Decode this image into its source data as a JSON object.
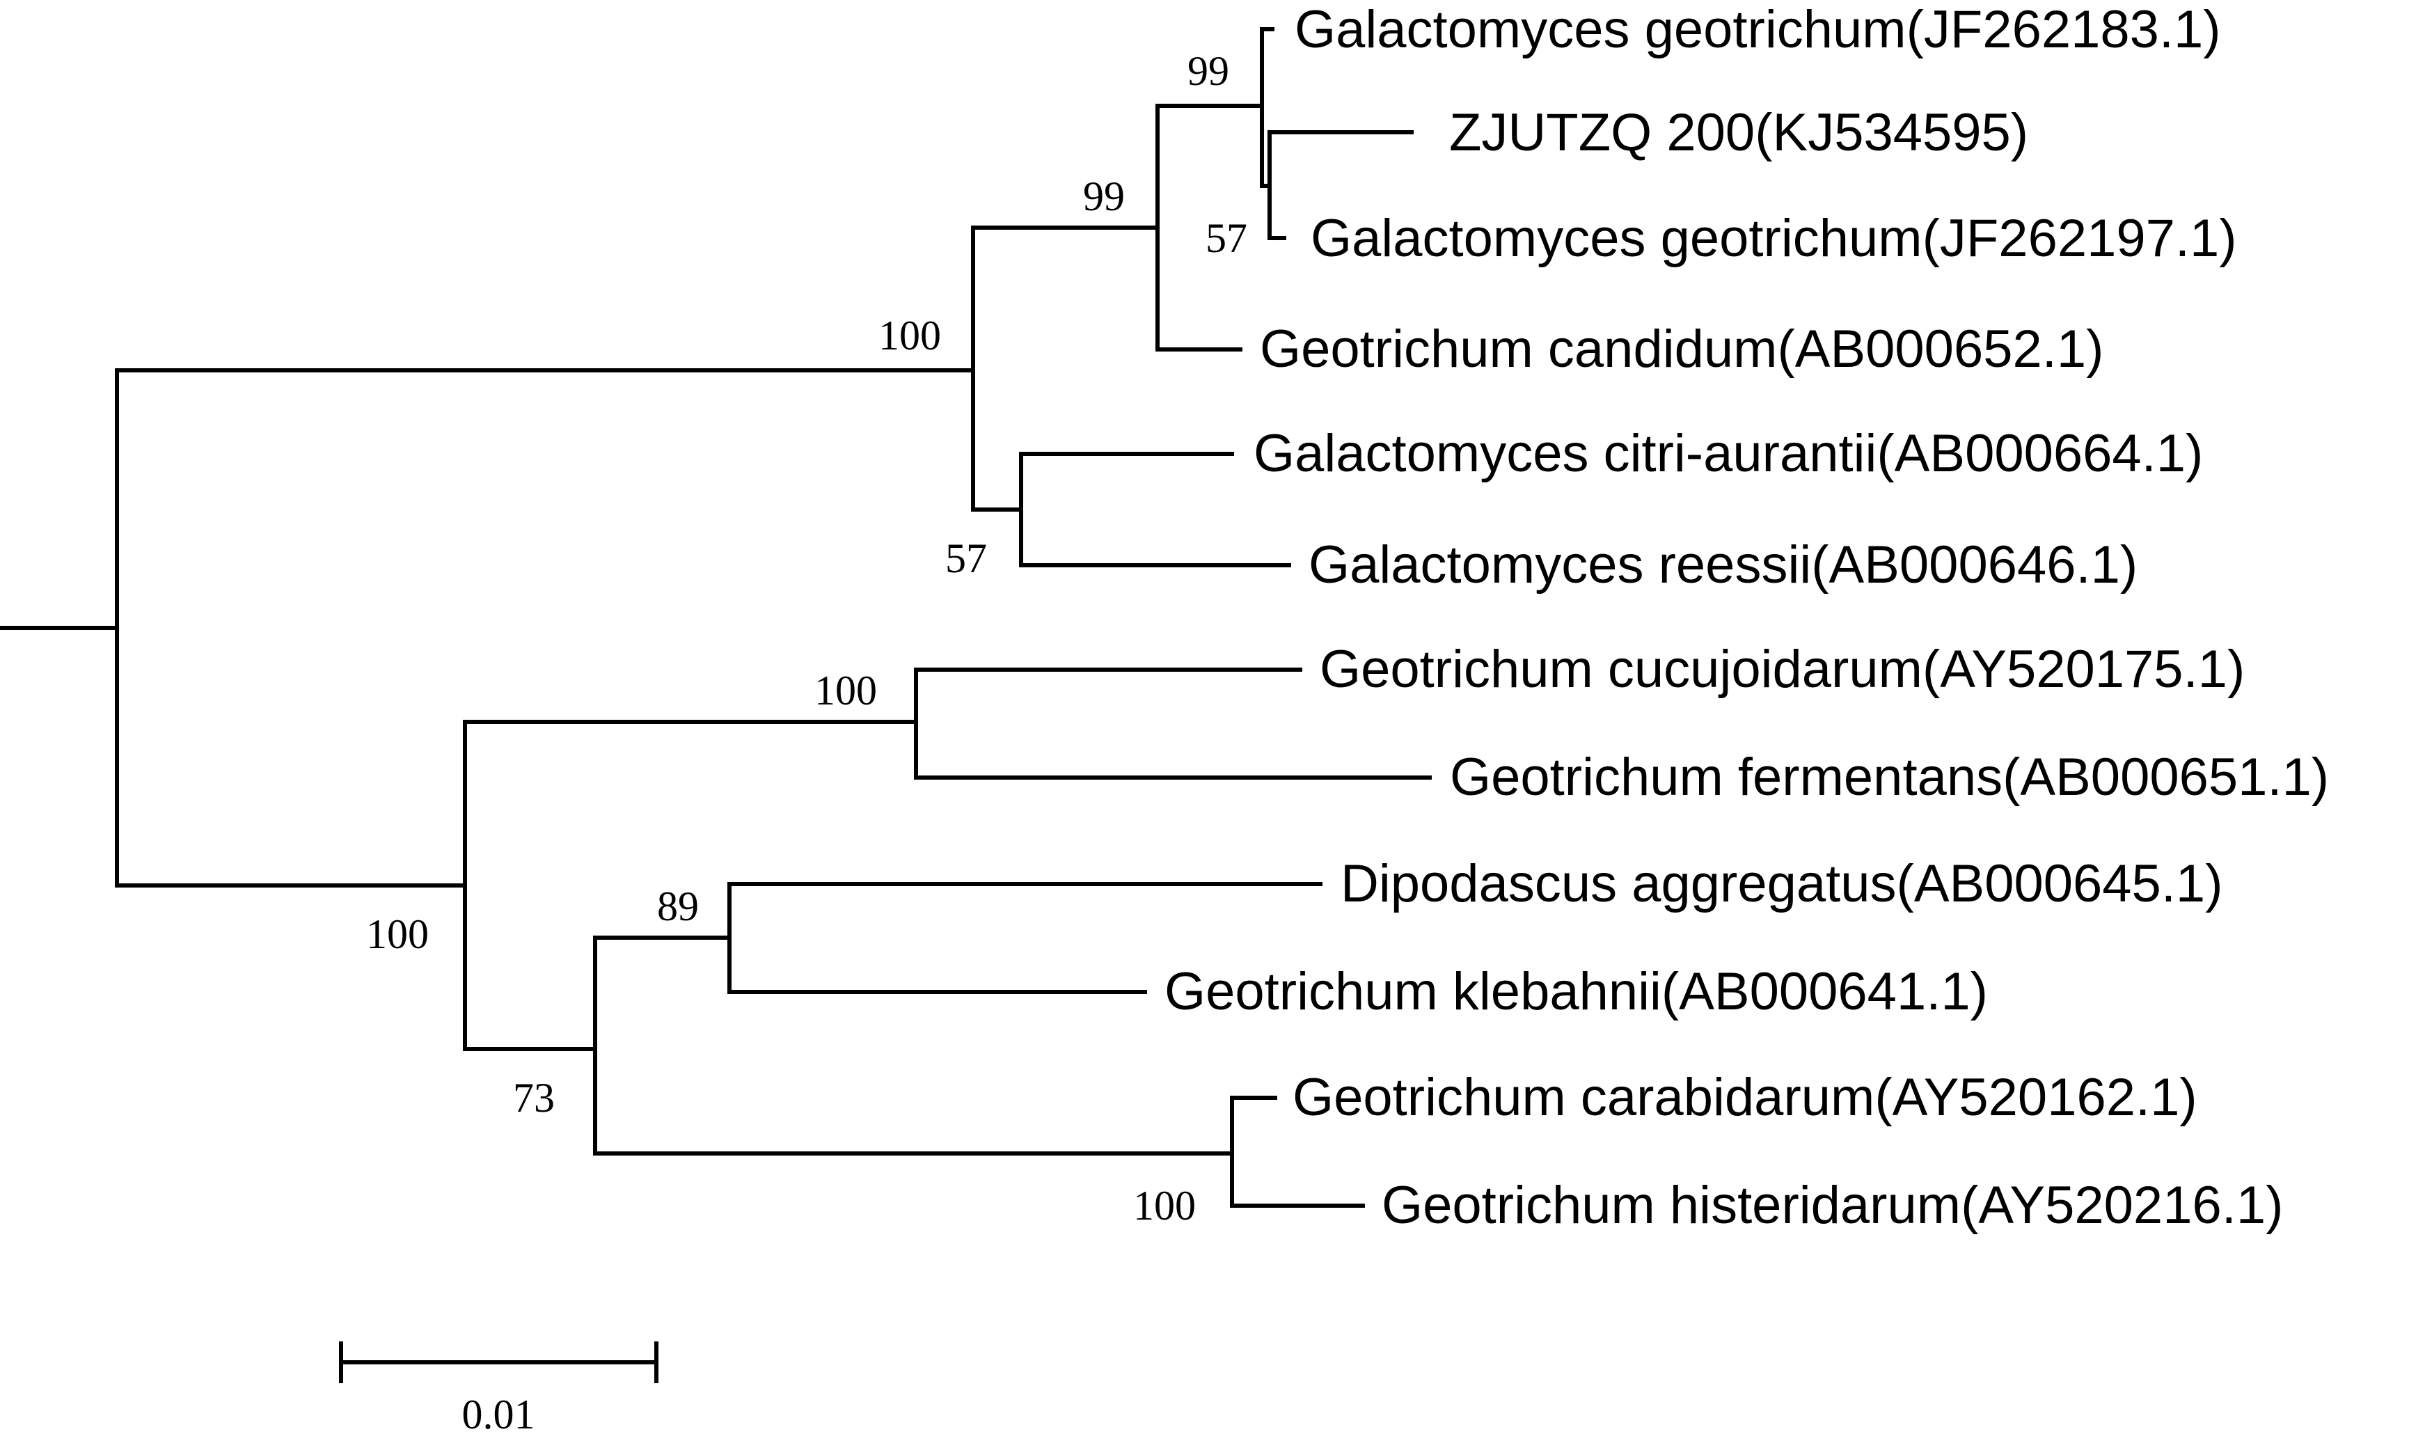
{
  "tree": {
    "taxa": [
      {
        "id": "t1",
        "label": "Galactomyces geotrichum(JF262183.1)"
      },
      {
        "id": "t2",
        "label": "ZJUTZQ 200(KJ534595)"
      },
      {
        "id": "t3",
        "label": "Galactomyces geotrichum(JF262197.1)"
      },
      {
        "id": "t4",
        "label": "Geotrichum candidum(AB000652.1)"
      },
      {
        "id": "t5",
        "label": "Galactomyces citri-aurantii(AB000664.1)"
      },
      {
        "id": "t6",
        "label": "Galactomyces reessii(AB000646.1)"
      },
      {
        "id": "t7",
        "label": "Geotrichum cucujoidarum(AY520175.1)"
      },
      {
        "id": "t8",
        "label": "Geotrichum fermentans(AB000651.1)"
      },
      {
        "id": "t9",
        "label": "Dipodascus aggregatus(AB000645.1)"
      },
      {
        "id": "t10",
        "label": "Geotrichum klebahnii(AB000641.1)"
      },
      {
        "id": "t11",
        "label": "Geotrichum carabidarum(AY520162.1)"
      },
      {
        "id": "t12",
        "label": "Geotrichum histeridarum(AY520216.1)"
      }
    ],
    "bootstrap": [
      {
        "node": "n_t1_t2_t3",
        "value": "99"
      },
      {
        "node": "n_t2_t3",
        "value": "57"
      },
      {
        "node": "n_t1_to_t4",
        "value": "99"
      },
      {
        "node": "n_t1_to_t6",
        "value": "100"
      },
      {
        "node": "n_t5_t6",
        "value": "57"
      },
      {
        "node": "n_t7_t8",
        "value": "100"
      },
      {
        "node": "n_t7_to_t12",
        "value": "100"
      },
      {
        "node": "n_t9_to_t12",
        "value": "73"
      },
      {
        "node": "n_t9_t10",
        "value": "89"
      },
      {
        "node": "n_t11_t12",
        "value": "100"
      }
    ],
    "scale_bar": {
      "label": "0.01",
      "value": 0.01
    }
  }
}
